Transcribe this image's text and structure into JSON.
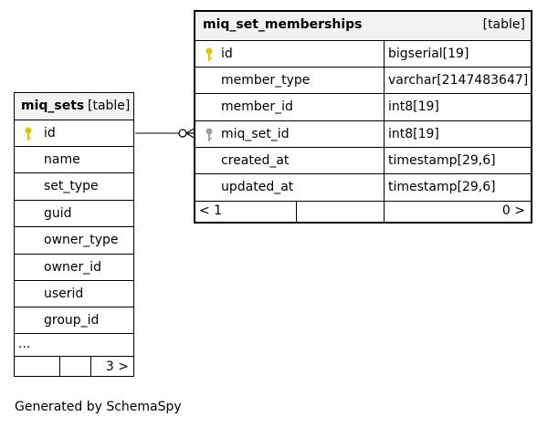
{
  "tables": {
    "miq_sets": {
      "name": "miq_sets",
      "kind": "[table]",
      "columns": [
        "id",
        "name",
        "set_type",
        "guid",
        "owner_type",
        "owner_id",
        "userid",
        "group_id"
      ],
      "more": "...",
      "footer_right": "3 >"
    },
    "miq_set_memberships": {
      "name": "miq_set_memberships",
      "kind": "[table]",
      "columns": [
        {
          "name": "id",
          "type": "bigserial[19]",
          "key": "primary"
        },
        {
          "name": "member_type",
          "type": "varchar[2147483647]",
          "key": ""
        },
        {
          "name": "member_id",
          "type": "int8[19]",
          "key": ""
        },
        {
          "name": "miq_set_id",
          "type": "int8[19]",
          "key": "foreign"
        },
        {
          "name": "created_at",
          "type": "timestamp[29,6]",
          "key": ""
        },
        {
          "name": "updated_at",
          "type": "timestamp[29,6]",
          "key": ""
        }
      ],
      "footer_left": "< 1",
      "footer_right": "0 >"
    }
  },
  "relationship": {
    "from": "miq_sets.id",
    "to": "miq_set_memberships.miq_set_id",
    "cardinality": "one-to-zero-or-many"
  },
  "colors": {
    "primary_key": "#e6c300",
    "foreign_key": "#a0a0a0",
    "header_bg": "#f2f2f2"
  },
  "generated_by": "Generated by SchemaSpy"
}
